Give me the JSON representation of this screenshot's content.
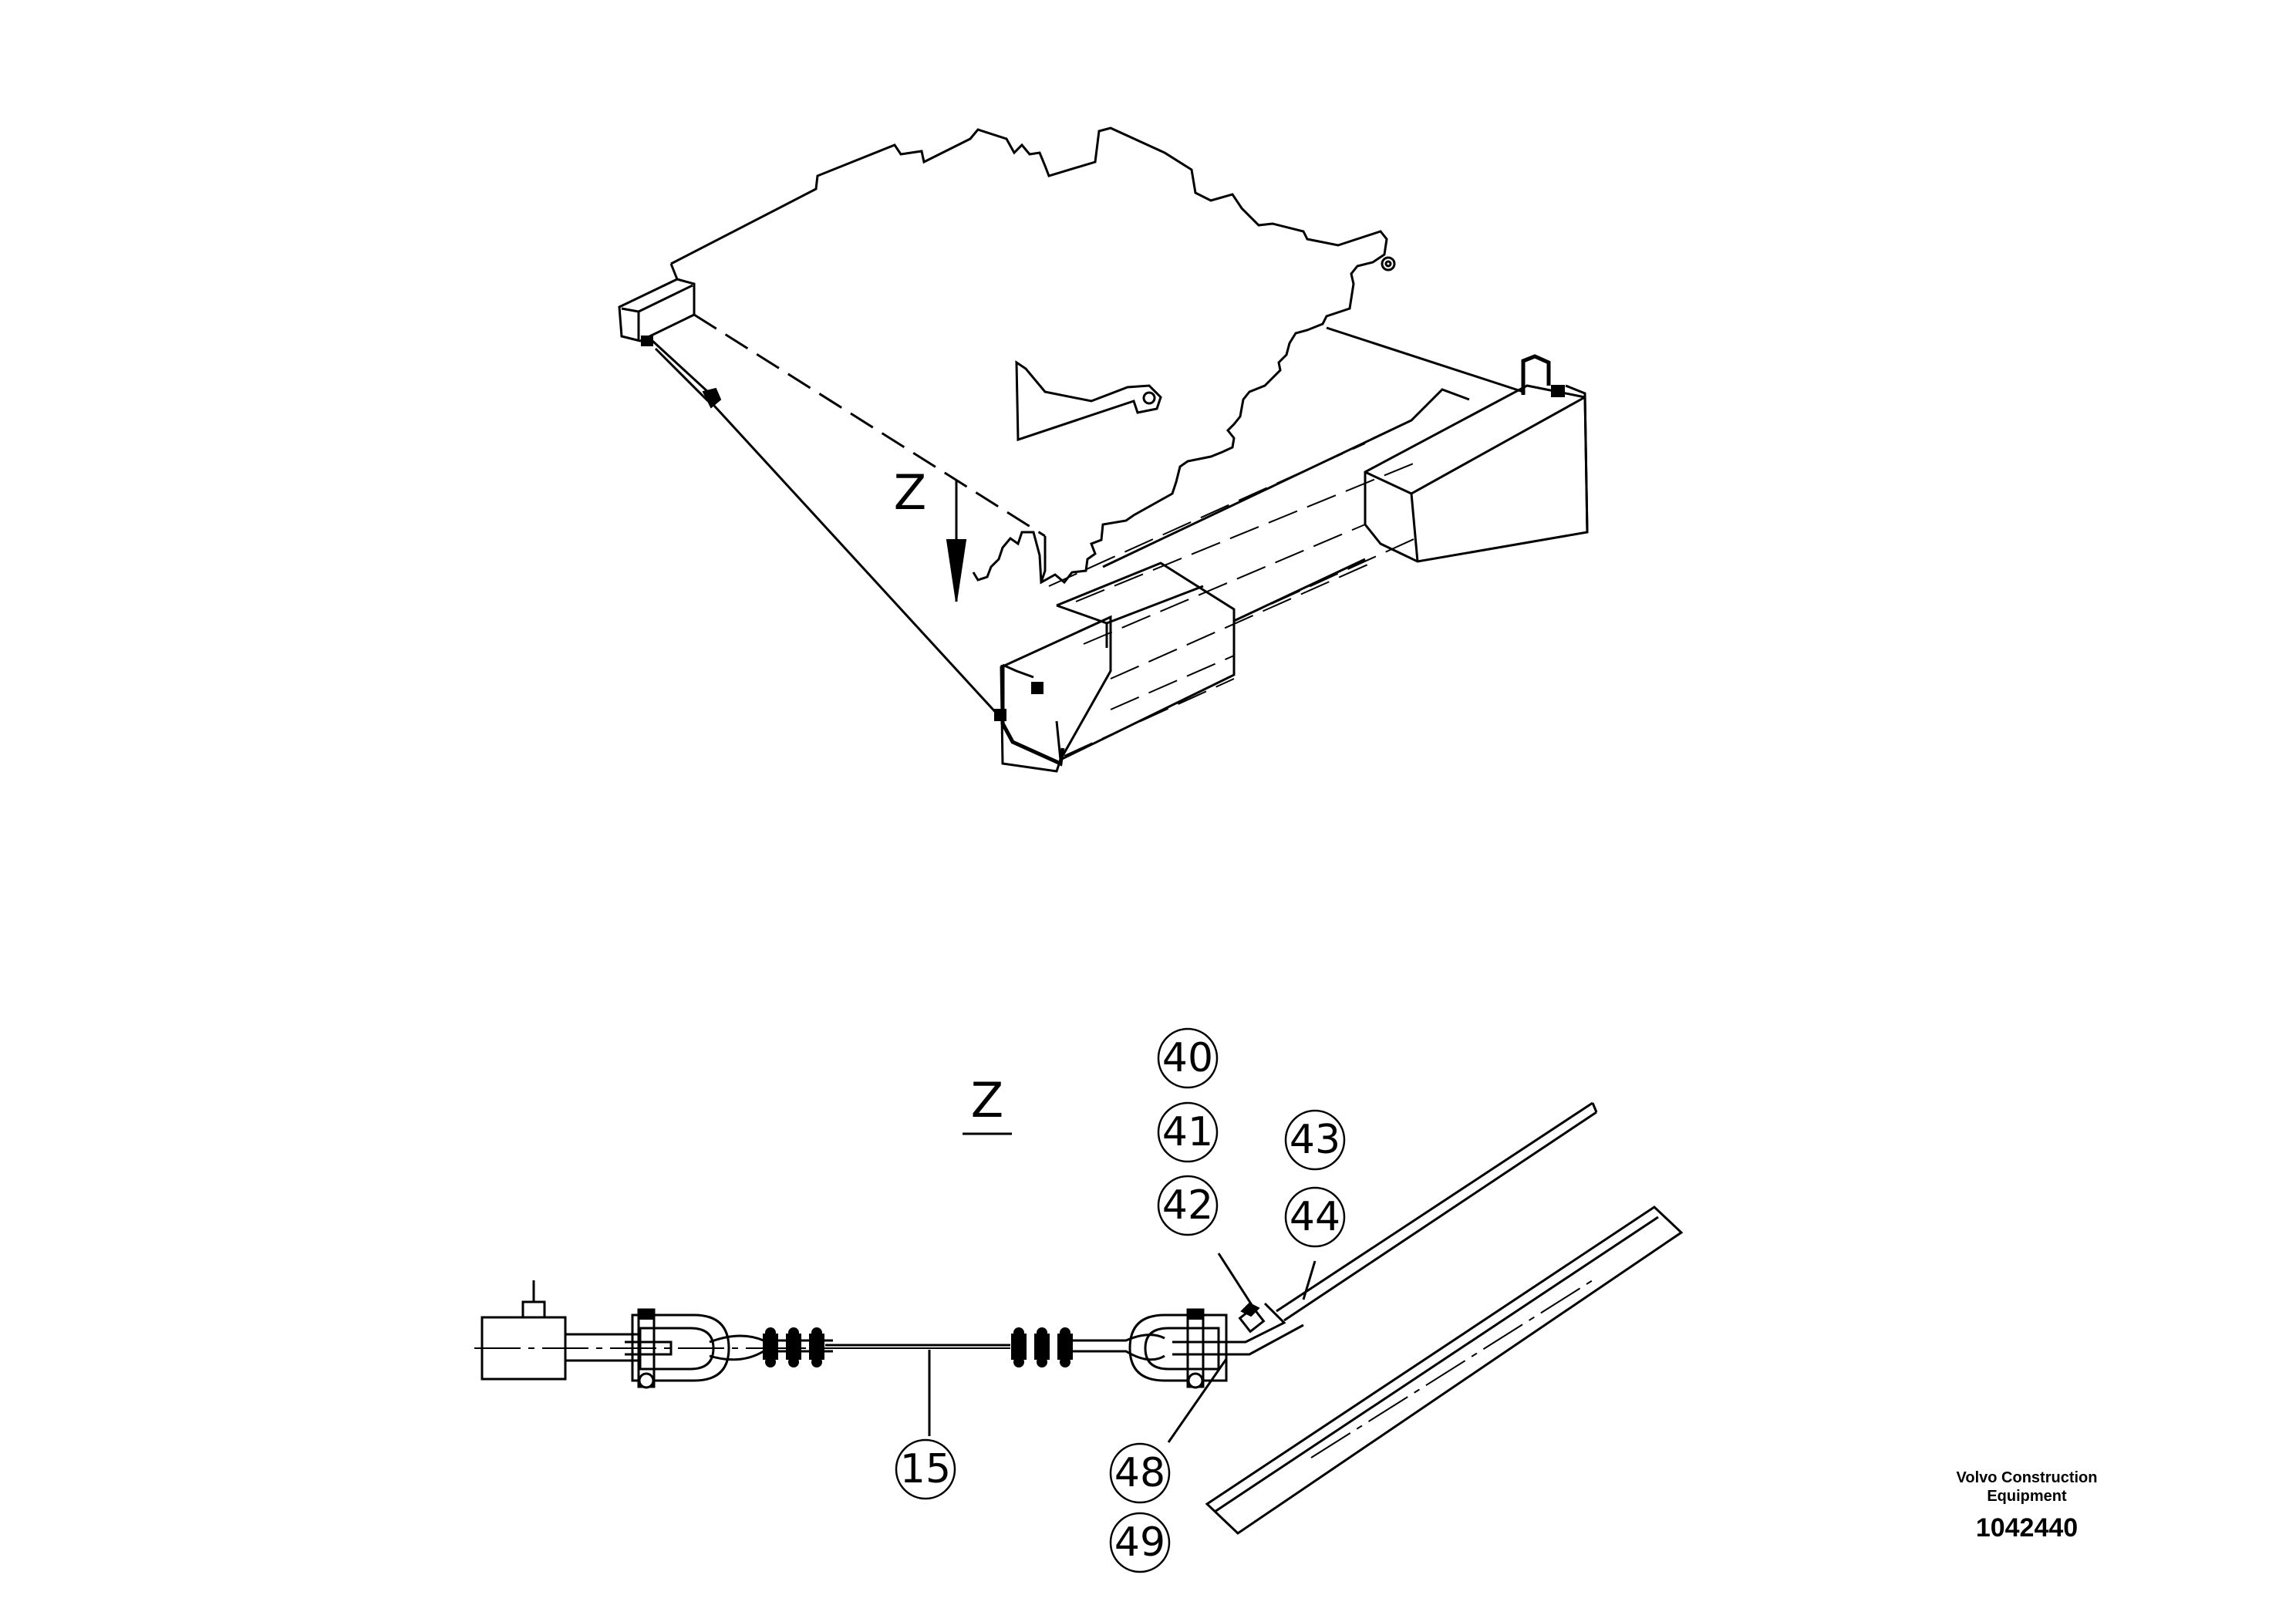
{
  "view_arrow_label": "Z",
  "detail_view_label": "Z",
  "callouts": {
    "c40": "40",
    "c41": "41",
    "c42": "42",
    "c43": "43",
    "c44": "44",
    "c15": "15",
    "c48": "48",
    "c49": "49"
  },
  "title_block": {
    "brand_line1": "Volvo Construction",
    "brand_line2": "Equipment",
    "document_number": "1042440"
  }
}
